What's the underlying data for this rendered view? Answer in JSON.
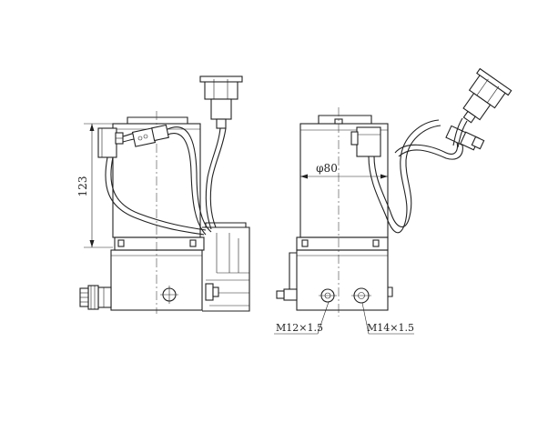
{
  "dimensions": {
    "height_label": "123",
    "diameter_label": "φ80",
    "port1_label": "M12×1.5",
    "port2_label": "M14×1.5"
  }
}
